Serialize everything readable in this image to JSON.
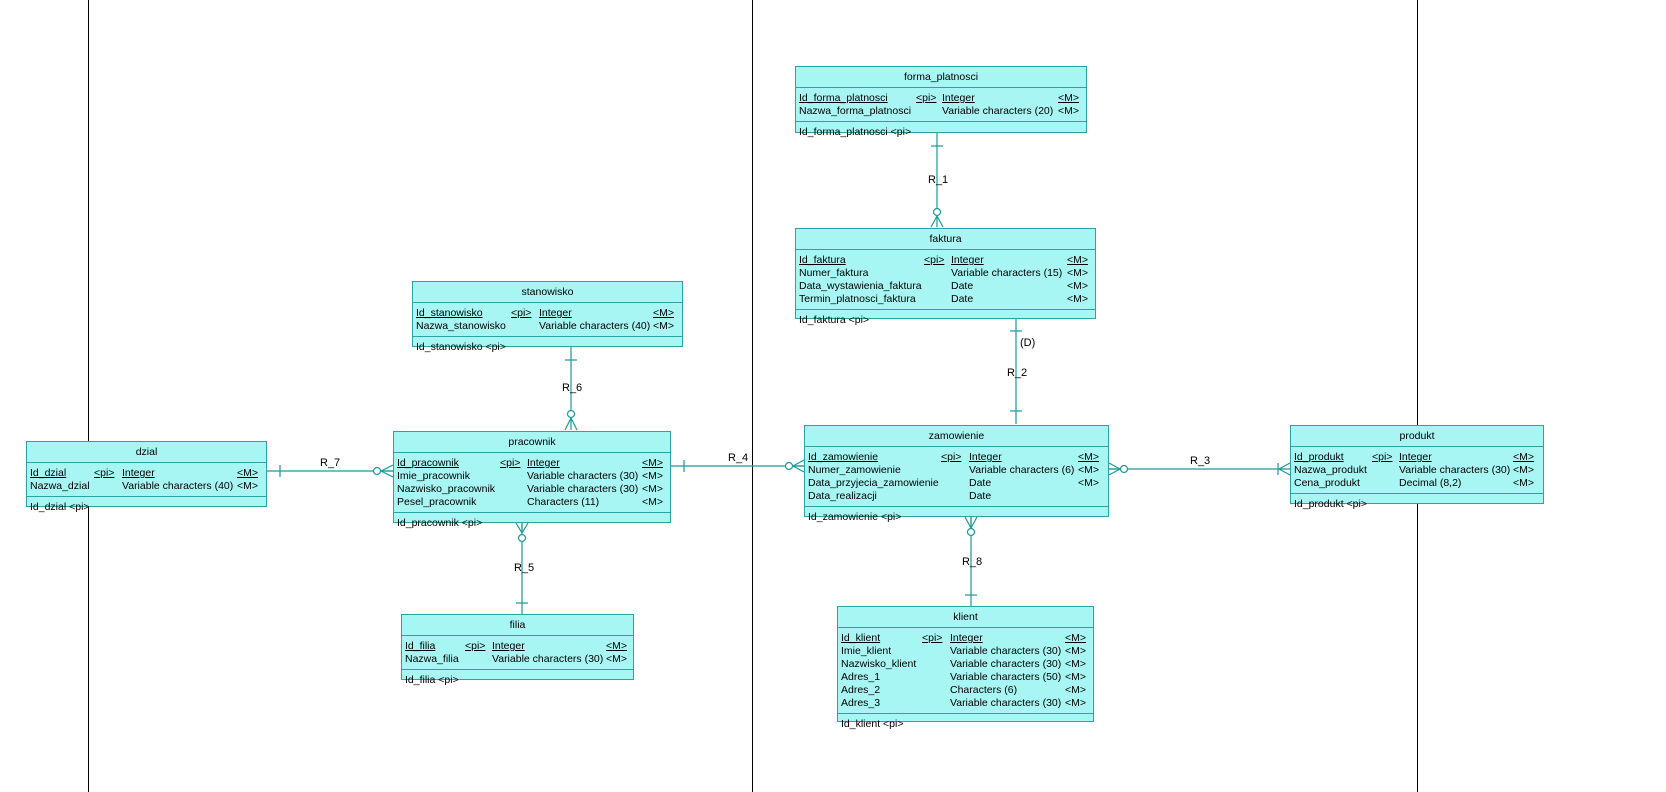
{
  "colors": {
    "entity_fill": "#a8f6f4",
    "entity_border": "#2aa3a3",
    "relationship_line": "#1a9a9a",
    "divider": "#000000"
  },
  "entities": {
    "forma_platnosci": {
      "name": "forma_platnosci",
      "attributes": [
        {
          "name": "Id_forma_platnosci",
          "pi": "<pi>",
          "type": "Integer",
          "m": "<M>"
        },
        {
          "name": "Nazwa_forma_platnosci",
          "pi": "",
          "type": "Variable characters (20)",
          "m": "<M>"
        }
      ],
      "identifier": "Id_forma_platnosci  <pi>"
    },
    "faktura": {
      "name": "faktura",
      "attributes": [
        {
          "name": "Id_faktura",
          "pi": "<pi>",
          "type": "Integer",
          "m": "<M>"
        },
        {
          "name": "Numer_faktura",
          "pi": "",
          "type": "Variable characters (15)",
          "m": "<M>"
        },
        {
          "name": "Data_wystawienia_faktura",
          "pi": "",
          "type": "Date",
          "m": "<M>"
        },
        {
          "name": "Termin_platnosci_faktura",
          "pi": "",
          "type": "Date",
          "m": "<M>"
        }
      ],
      "identifier": "Id_faktura  <pi>"
    },
    "stanowisko": {
      "name": "stanowisko",
      "attributes": [
        {
          "name": "Id_stanowisko",
          "pi": "<pi>",
          "type": "Integer",
          "m": "<M>"
        },
        {
          "name": "Nazwa_stanowisko",
          "pi": "",
          "type": "Variable characters (40)",
          "m": "<M>"
        }
      ],
      "identifier": "Id_stanowisko  <pi>"
    },
    "dzial": {
      "name": "dzial",
      "attributes": [
        {
          "name": "Id_dzial",
          "pi": "<pi>",
          "type": "Integer",
          "m": "<M>"
        },
        {
          "name": "Nazwa_dzial",
          "pi": "",
          "type": "Variable characters (40)",
          "m": "<M>"
        }
      ],
      "identifier": "Id_dzial  <pi>"
    },
    "pracownik": {
      "name": "pracownik",
      "attributes": [
        {
          "name": "Id_pracownik",
          "pi": "<pi>",
          "type": "Integer",
          "m": "<M>"
        },
        {
          "name": "Imie_pracownik",
          "pi": "",
          "type": "Variable characters (30)",
          "m": "<M>"
        },
        {
          "name": "Nazwisko_pracownik",
          "pi": "",
          "type": "Variable characters (30)",
          "m": "<M>"
        },
        {
          "name": "Pesel_pracownik",
          "pi": "",
          "type": "Characters (11)",
          "m": "<M>"
        }
      ],
      "identifier": "Id_pracownik  <pi>"
    },
    "zamowienie": {
      "name": "zamowienie",
      "attributes": [
        {
          "name": "Id_zamowienie",
          "pi": "<pi>",
          "type": "Integer",
          "m": "<M>"
        },
        {
          "name": "Numer_zamowienie",
          "pi": "",
          "type": "Variable characters (6)",
          "m": "<M>"
        },
        {
          "name": "Data_przyjecia_zamowienie",
          "pi": "",
          "type": "Date",
          "m": "<M>"
        },
        {
          "name": "Data_realizacji",
          "pi": "",
          "type": "Date",
          "m": ""
        }
      ],
      "identifier": "Id_zamowienie  <pi>"
    },
    "produkt": {
      "name": "produkt",
      "attributes": [
        {
          "name": "Id_produkt",
          "pi": "<pi>",
          "type": "Integer",
          "m": "<M>"
        },
        {
          "name": "Nazwa_produkt",
          "pi": "",
          "type": "Variable characters (30)",
          "m": "<M>"
        },
        {
          "name": "Cena_produkt",
          "pi": "",
          "type": "Decimal (8,2)",
          "m": "<M>"
        }
      ],
      "identifier": "Id_produkt  <pi>"
    },
    "filia": {
      "name": "filia",
      "attributes": [
        {
          "name": "Id_filia",
          "pi": "<pi>",
          "type": "Integer",
          "m": "<M>"
        },
        {
          "name": "Nazwa_filia",
          "pi": "",
          "type": "Variable characters (30)",
          "m": "<M>"
        }
      ],
      "identifier": "Id_filia  <pi>"
    },
    "klient": {
      "name": "klient",
      "attributes": [
        {
          "name": "Id_klient",
          "pi": "<pi>",
          "type": "Integer",
          "m": "<M>"
        },
        {
          "name": "Imie_klient",
          "pi": "",
          "type": "Variable characters (30)",
          "m": "<M>"
        },
        {
          "name": "Nazwisko_klient",
          "pi": "",
          "type": "Variable characters (30)",
          "m": "<M>"
        },
        {
          "name": "Adres_1",
          "pi": "",
          "type": "Variable characters (50)",
          "m": "<M>"
        },
        {
          "name": "Adres_2",
          "pi": "",
          "type": "Characters (6)",
          "m": "<M>"
        },
        {
          "name": "Adres_3",
          "pi": "",
          "type": "Variable characters (30)",
          "m": "<M>"
        }
      ],
      "identifier": "Id_klient  <pi>"
    }
  },
  "relationships": {
    "r1": "R_1",
    "r2": "R_2",
    "r2_note": "(D)",
    "r3": "R_3",
    "r4": "R_4",
    "r5": "R_5",
    "r6": "R_6",
    "r7": "R_7",
    "r8": "R_8"
  }
}
